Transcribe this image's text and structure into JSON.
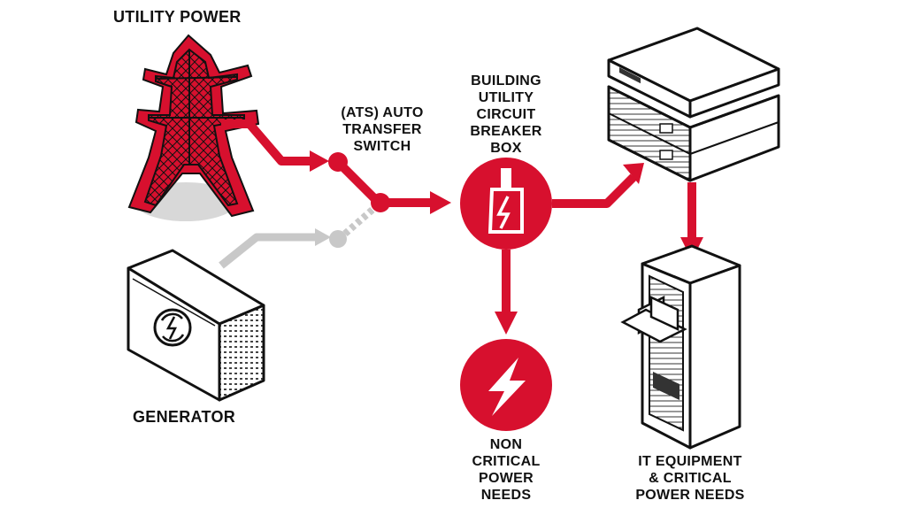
{
  "diagram": {
    "labels": {
      "utility_power": "UTILITY POWER",
      "ats": [
        "(ATS) AUTO",
        "TRANSFER",
        "SWITCH"
      ],
      "breaker": [
        "BUILDING",
        "UTILITY",
        "CIRCUIT",
        "BREAKER",
        "BOX"
      ],
      "generator": "GENERATOR",
      "non_critical": [
        "NON",
        "CRITICAL",
        "POWER",
        "NEEDS"
      ],
      "it_equipment": [
        "IT EQUIPMENT",
        "& CRITICAL",
        "POWER NEEDS"
      ]
    },
    "colors": {
      "accent": "#d7102e",
      "outline": "#111111",
      "inactive": "#c8c8c8",
      "fill": "#ffffff"
    },
    "icons": [
      "power-tower-icon",
      "generator-icon",
      "breaker-box-icon",
      "lightning-bolt-icon",
      "ups-stack-icon",
      "server-rack-icon",
      "laptop-icon"
    ]
  }
}
